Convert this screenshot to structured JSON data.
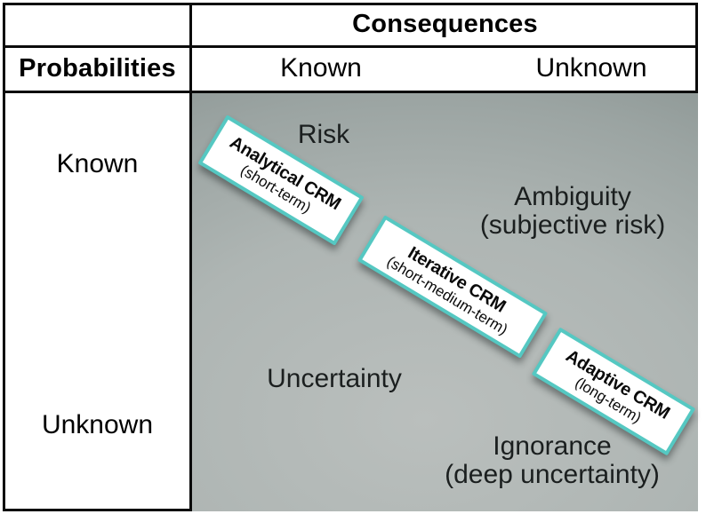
{
  "matrix": {
    "title_col_axis": "Consequences",
    "title_row_axis": "Probabilities",
    "col_headers": {
      "known": "Known",
      "unknown": "Unknown"
    },
    "row_headers": {
      "known": "Known",
      "unknown": "Unknown"
    }
  },
  "quadrants": {
    "risk": "Risk",
    "ambiguity_line1": "Ambiguity",
    "ambiguity_line2": "(subjective risk)",
    "uncertainty": "Uncertainty",
    "ignorance_line1": "Ignorance",
    "ignorance_line2": "(deep uncertainty)"
  },
  "boxes": [
    {
      "title": "Analytical CRM",
      "subtitle": "(short-term)"
    },
    {
      "title": "Iterative CRM",
      "subtitle": "(short-medium-term)"
    },
    {
      "title": "Adaptive CRM",
      "subtitle": "(long-term)"
    }
  ],
  "colors": {
    "box_border": "#55c8c2",
    "box_fill": "#ffffff",
    "grid_line": "#0b0b0b",
    "quadrant_bg_light": "#babfbd",
    "quadrant_bg_dark": "#6f7979",
    "text": "#1b1f1f"
  }
}
